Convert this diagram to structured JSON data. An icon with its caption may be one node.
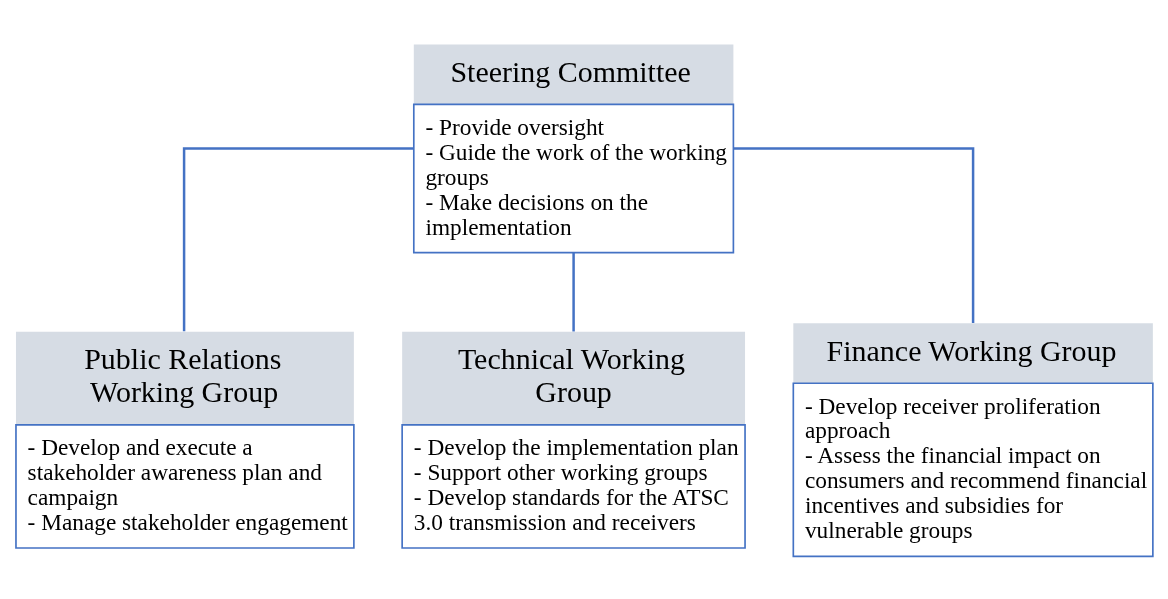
{
  "diagram": {
    "nodes": [
      {
        "text": [
          "Steering Committee",
          "- Provide oversight",
          "- Guide the work of the working groups",
          "- Make decisions on the implementation"
        ]
      },
      {
        "text": [
          "Public Relations Working Group",
          "- Develop and execute a stakeholder awareness plan and campaign",
          "- Manage stakeholder engagement"
        ]
      },
      {
        "text": [
          "Technical Working Group",
          "- Develop the implementation plan",
          "- Support other working groups",
          "- Develop standards for the ATSC 3.0 transmission and receivers"
        ]
      },
      {
        "text": [
          "Finance Working Group",
          "- Develop receiver proliferation approach",
          "- Assess the financial impact on consumers and recommend financial incentives and subsidies for vulnerable groups"
        ]
      }
    ],
    "edges": [
      {
        "from": 0,
        "to": 1,
        "arrow": "none"
      },
      {
        "from": 0,
        "to": 2,
        "arrow": "none"
      },
      {
        "from": 0,
        "to": 3,
        "arrow": "none"
      }
    ]
  }
}
